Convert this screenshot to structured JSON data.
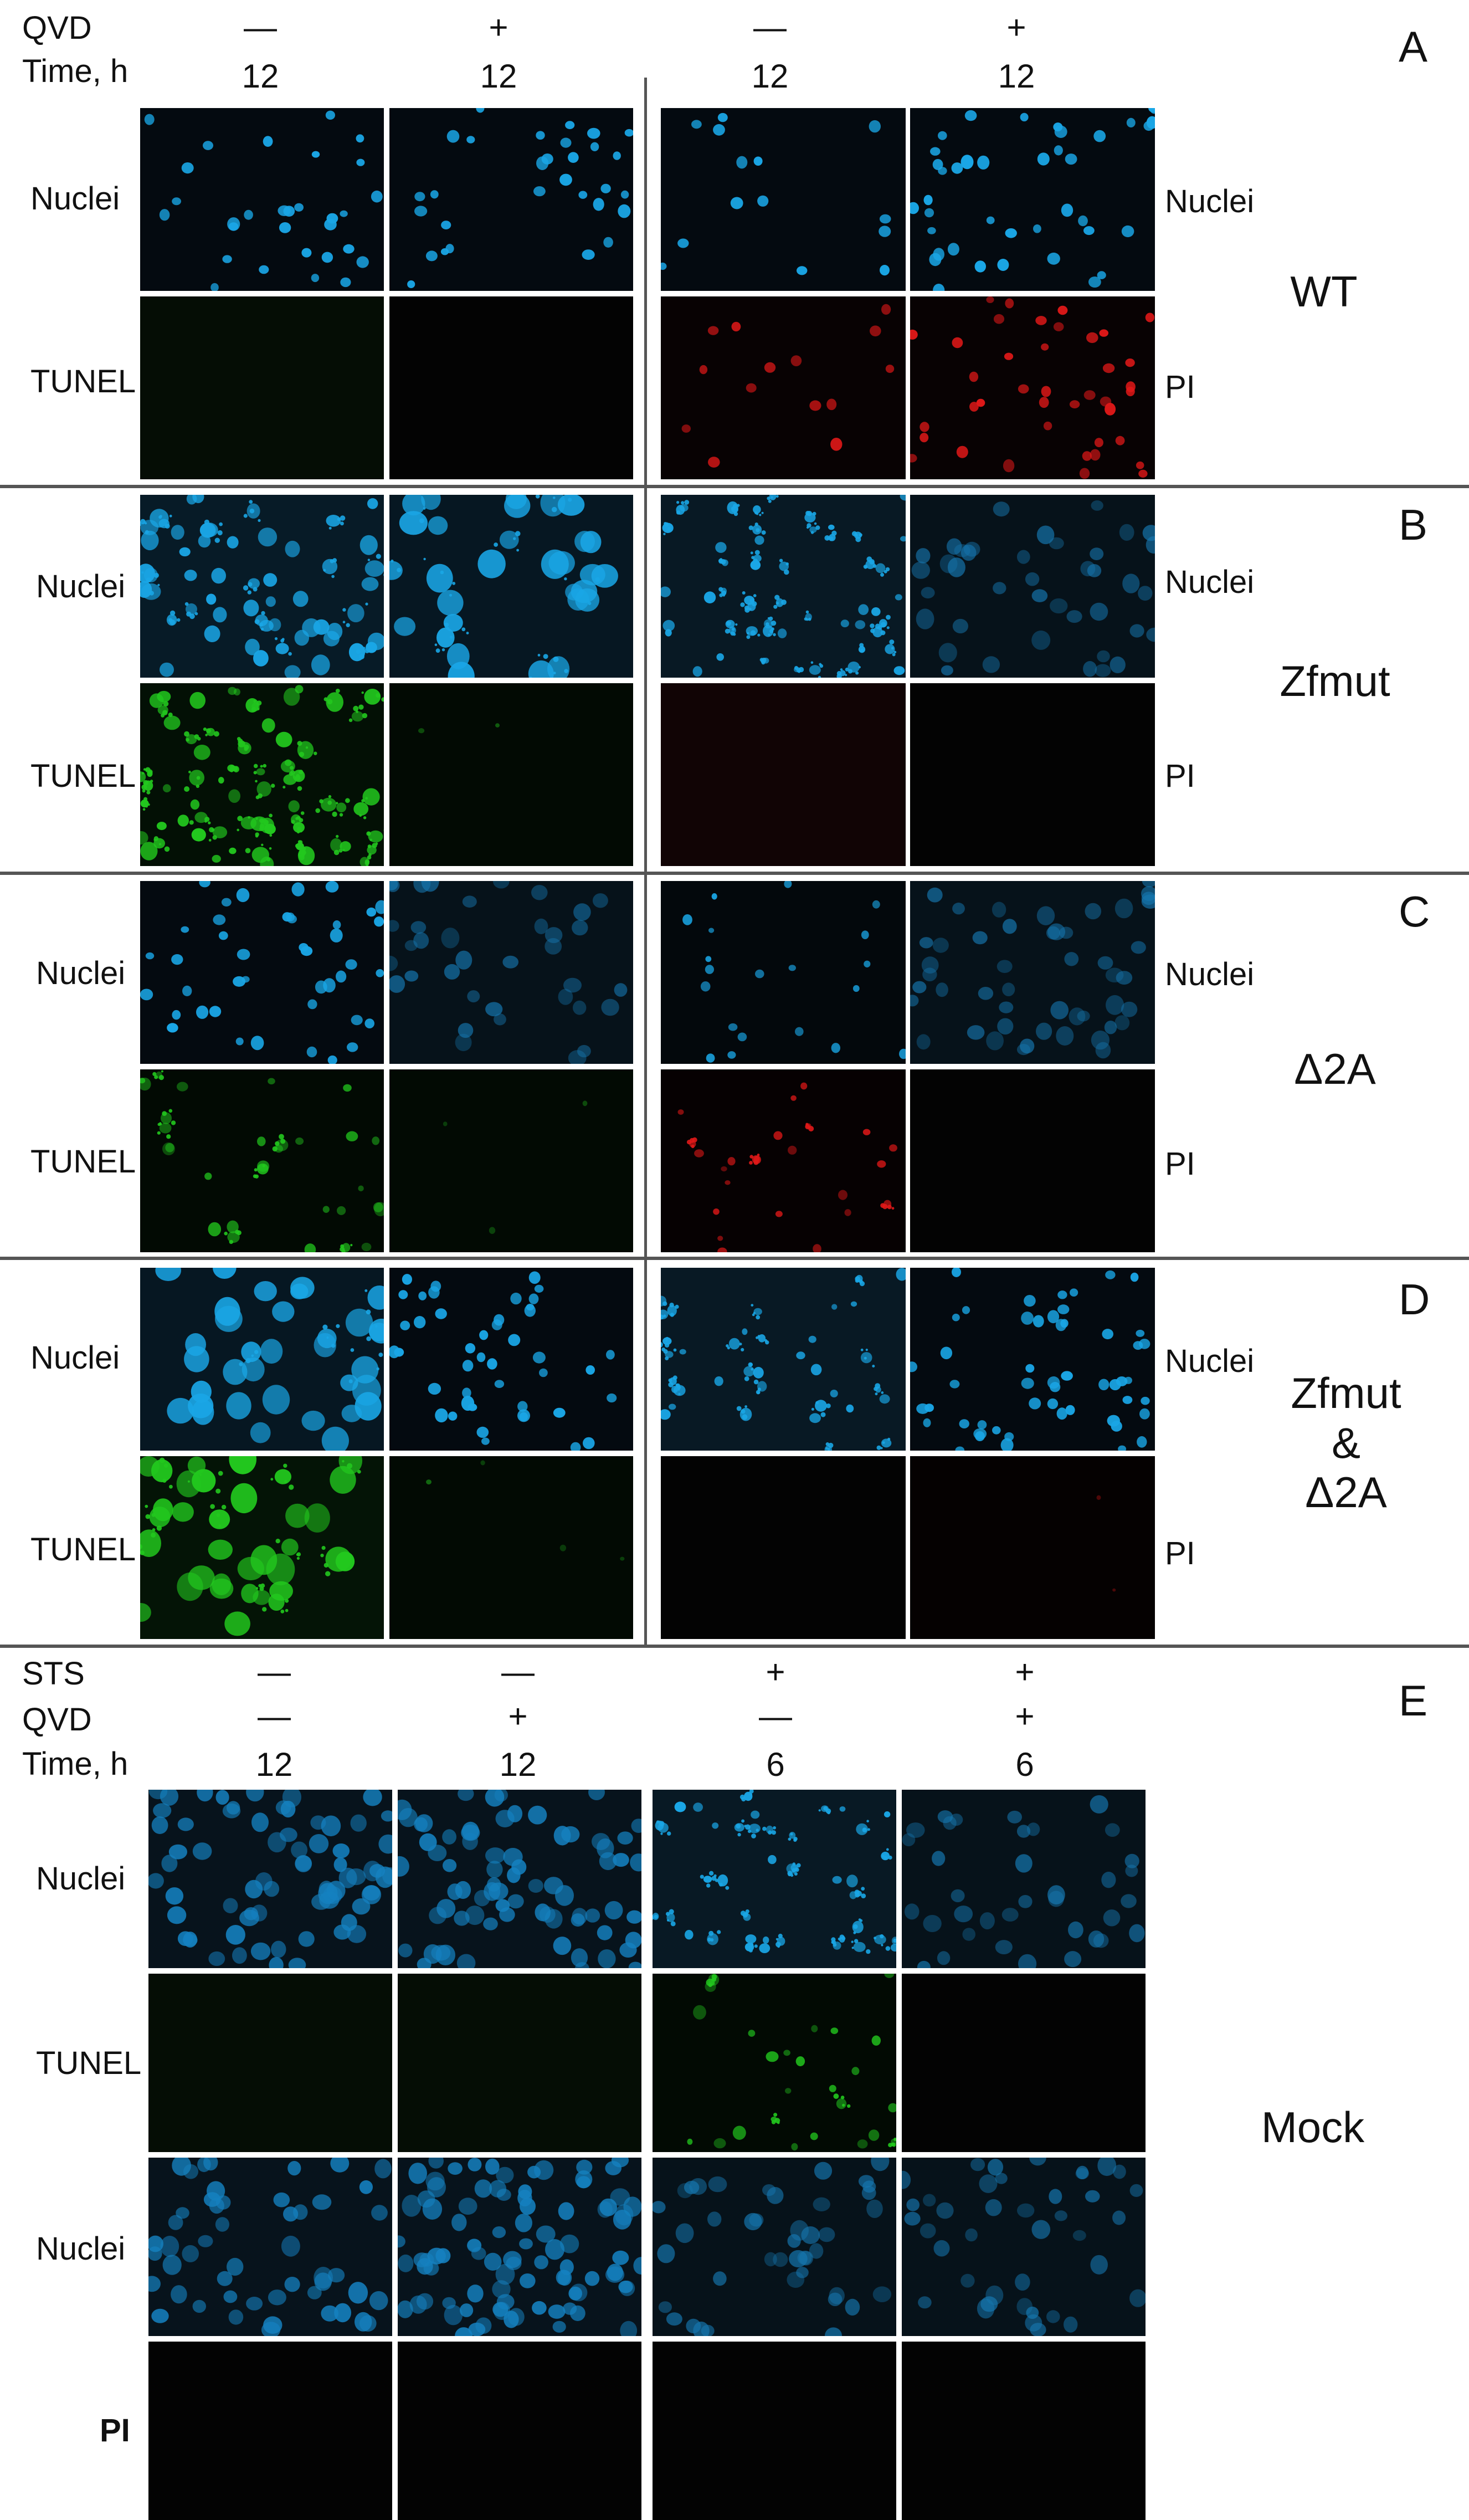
{
  "panels": {
    "A": {
      "letter": "A",
      "group": "WT",
      "qvd_label": "QVD",
      "time_label": "Time, h",
      "qvd": [
        "—",
        "+",
        "—",
        "+"
      ],
      "time": [
        "12",
        "12",
        "12",
        "12"
      ],
      "row1_left": "Nuclei",
      "row2_left": "TUNEL",
      "row1_right": "Nuclei",
      "row2_right": "PI"
    },
    "B": {
      "letter": "B",
      "group": "Zfmut",
      "row1_left": "Nuclei",
      "row2_left": "TUNEL",
      "row1_right": "Nuclei",
      "row2_right": "PI"
    },
    "C": {
      "letter": "C",
      "group": "Δ2A",
      "row1_left": "Nuclei",
      "row2_left": "TUNEL",
      "row1_right": "Nuclei",
      "row2_right": "PI"
    },
    "D": {
      "letter": "D",
      "group_line1": "Zfmut",
      "group_line2": "&",
      "group_line3": "Δ2A",
      "row1_left": "Nuclei",
      "row2_left": "TUNEL",
      "row1_right": "Nuclei",
      "row2_right": "PI"
    },
    "E": {
      "letter": "E",
      "group": "Mock",
      "sts_label": "STS",
      "qvd_label": "QVD",
      "time_label": "Time, h",
      "sts": [
        "—",
        "—",
        "+",
        "+"
      ],
      "qvd": [
        "—",
        "+",
        "—",
        "+"
      ],
      "time": [
        "12",
        "12",
        "6",
        "6"
      ],
      "rows": [
        "Nuclei",
        "TUNEL",
        "Nuclei",
        "PI"
      ]
    }
  },
  "colors": {
    "nuclei": "#1aa6e6",
    "tunel": "#22c81e",
    "pi": "#e01818",
    "background": "#000000"
  }
}
